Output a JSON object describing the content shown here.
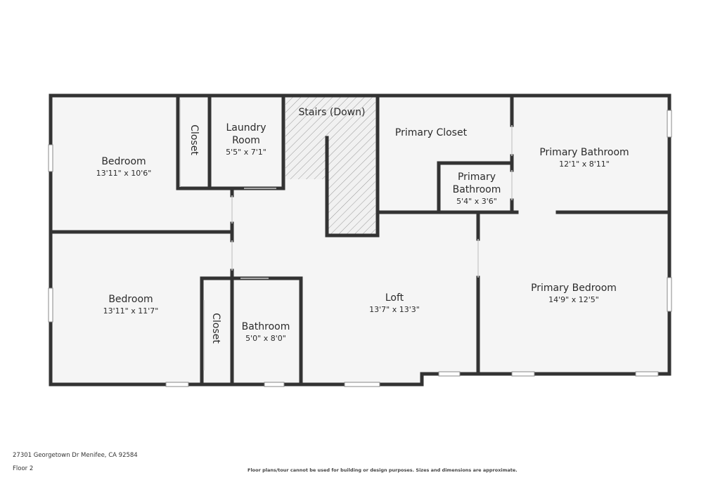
{
  "rooms": {
    "bedroom_top": {
      "name": "Bedroom",
      "dims": "13'11\" x 10'6\""
    },
    "closet_top": {
      "name": "Closet"
    },
    "laundry": {
      "name_line1": "Laundry",
      "name_line2": "Room",
      "dims": "5'5\" x 7'1\""
    },
    "stairs": {
      "name": "Stairs (Down)"
    },
    "primary_closet": {
      "name": "Primary Closet"
    },
    "primary_bath_small": {
      "name_line1": "Primary",
      "name_line2": "Bathroom",
      "dims": "5'4\" x 3'6\""
    },
    "primary_bath_large": {
      "name": "Primary Bathroom",
      "dims": "12'1\" x 8'11\""
    },
    "bedroom_bottom": {
      "name": "Bedroom",
      "dims": "13'11\" x 11'7\""
    },
    "closet_bottom": {
      "name": "Closet"
    },
    "bathroom": {
      "name": "Bathroom",
      "dims": "5'0\" x 8'0\""
    },
    "loft": {
      "name": "Loft",
      "dims": "13'7\" x 13'3\""
    },
    "primary_bedroom": {
      "name": "Primary Bedroom",
      "dims": "14'9\" x 12'5\""
    }
  },
  "footer": {
    "address": "27301 Georgetown Dr Menifee, CA 92584",
    "floor": "Floor 2",
    "disclaimer": "Floor plans/tour cannot be used for building or design purposes. Sizes and dimensions are approximate."
  },
  "colors": {
    "wall": "#333333",
    "floor": "#f5f5f5",
    "window": "#ffffff"
  }
}
